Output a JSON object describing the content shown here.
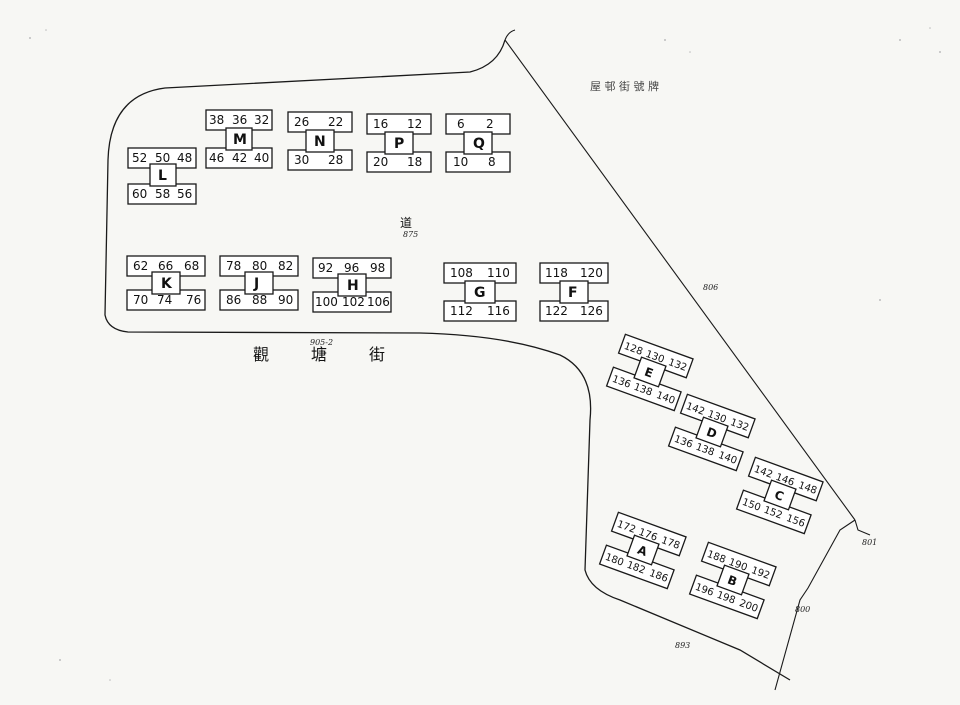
{
  "map": {
    "header_text": "屋 邨 街 號 牌",
    "street_name": [
      "觀",
      "塘",
      "街"
    ],
    "street_lot_label": "905-2",
    "mid_label": "道",
    "mid_sublabel": "875",
    "lot_labels": {
      "top_right": "806",
      "right_notch": "801",
      "right_lower": "800",
      "bottom": "893"
    },
    "blocks": [
      {
        "id": "M",
        "units": [
          "38",
          "36",
          "32",
          "46",
          "42",
          "40"
        ]
      },
      {
        "id": "N",
        "units": [
          "26",
          "22",
          "30",
          "28"
        ]
      },
      {
        "id": "P",
        "units": [
          "16",
          "12",
          "20",
          "18"
        ]
      },
      {
        "id": "Q",
        "units": [
          "6",
          "2",
          "10",
          "8"
        ]
      },
      {
        "id": "L",
        "units": [
          "52",
          "50",
          "48",
          "60",
          "58",
          "56"
        ]
      },
      {
        "id": "K",
        "units": [
          "62",
          "66",
          "68",
          "70",
          "74",
          "76"
        ]
      },
      {
        "id": "J",
        "units": [
          "78",
          "80",
          "82",
          "86",
          "88",
          "90"
        ]
      },
      {
        "id": "H",
        "units": [
          "92",
          "96",
          "98",
          "100",
          "102",
          "106"
        ]
      },
      {
        "id": "G",
        "units": [
          "108",
          "110",
          "112",
          "116"
        ]
      },
      {
        "id": "F",
        "units": [
          "118",
          "120",
          "122",
          "126"
        ]
      },
      {
        "id": "E",
        "units": [
          "128",
          "130",
          "132",
          "136",
          "138",
          "140"
        ]
      },
      {
        "id": "D",
        "units": [
          "142",
          "130",
          "132",
          "136",
          "138",
          "140"
        ]
      },
      {
        "id": "C",
        "units": [
          "142",
          "146",
          "148",
          "150",
          "152",
          "156"
        ]
      },
      {
        "id": "A",
        "units": [
          "172",
          "176",
          "178",
          "180",
          "182",
          "186"
        ]
      },
      {
        "id": "B",
        "units": [
          "188",
          "190",
          "192",
          "196",
          "198",
          "200"
        ]
      }
    ]
  }
}
